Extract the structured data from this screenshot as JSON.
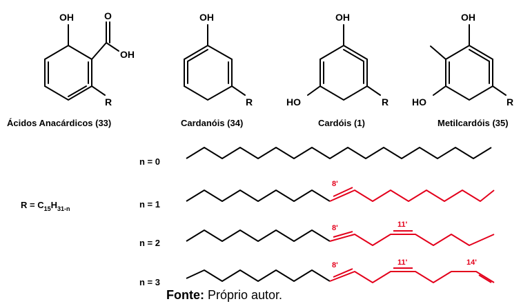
{
  "compounds": [
    {
      "label": "Ácidos Anacárdicos (33)",
      "atoms": [
        "OH",
        "O",
        "OH",
        "R"
      ]
    },
    {
      "label": "Cardanóis (34)",
      "atoms": [
        "OH",
        "R"
      ]
    },
    {
      "label": "Cardóis (1)",
      "atoms": [
        "OH",
        "HO",
        "R"
      ]
    },
    {
      "label": "Metilcardóis (35)",
      "atoms": [
        "OH",
        "HO",
        "R"
      ]
    }
  ],
  "r_definition": {
    "prefix": "R = C",
    "sub1": "15",
    "mid": "H",
    "sub2": "31-n"
  },
  "chains": [
    {
      "label": "n = 0",
      "positions": []
    },
    {
      "label": "n = 1",
      "positions": [
        "8'"
      ]
    },
    {
      "label": "n = 2",
      "positions": [
        "8'",
        "11'"
      ]
    },
    {
      "label": "n = 3",
      "positions": [
        "8'",
        "11'",
        "14'"
      ]
    }
  ],
  "caption": {
    "bold": "Fonte:",
    "text": " Próprio autor."
  },
  "colors": {
    "unsaturated": "#e3001b",
    "bond": "#000000"
  }
}
